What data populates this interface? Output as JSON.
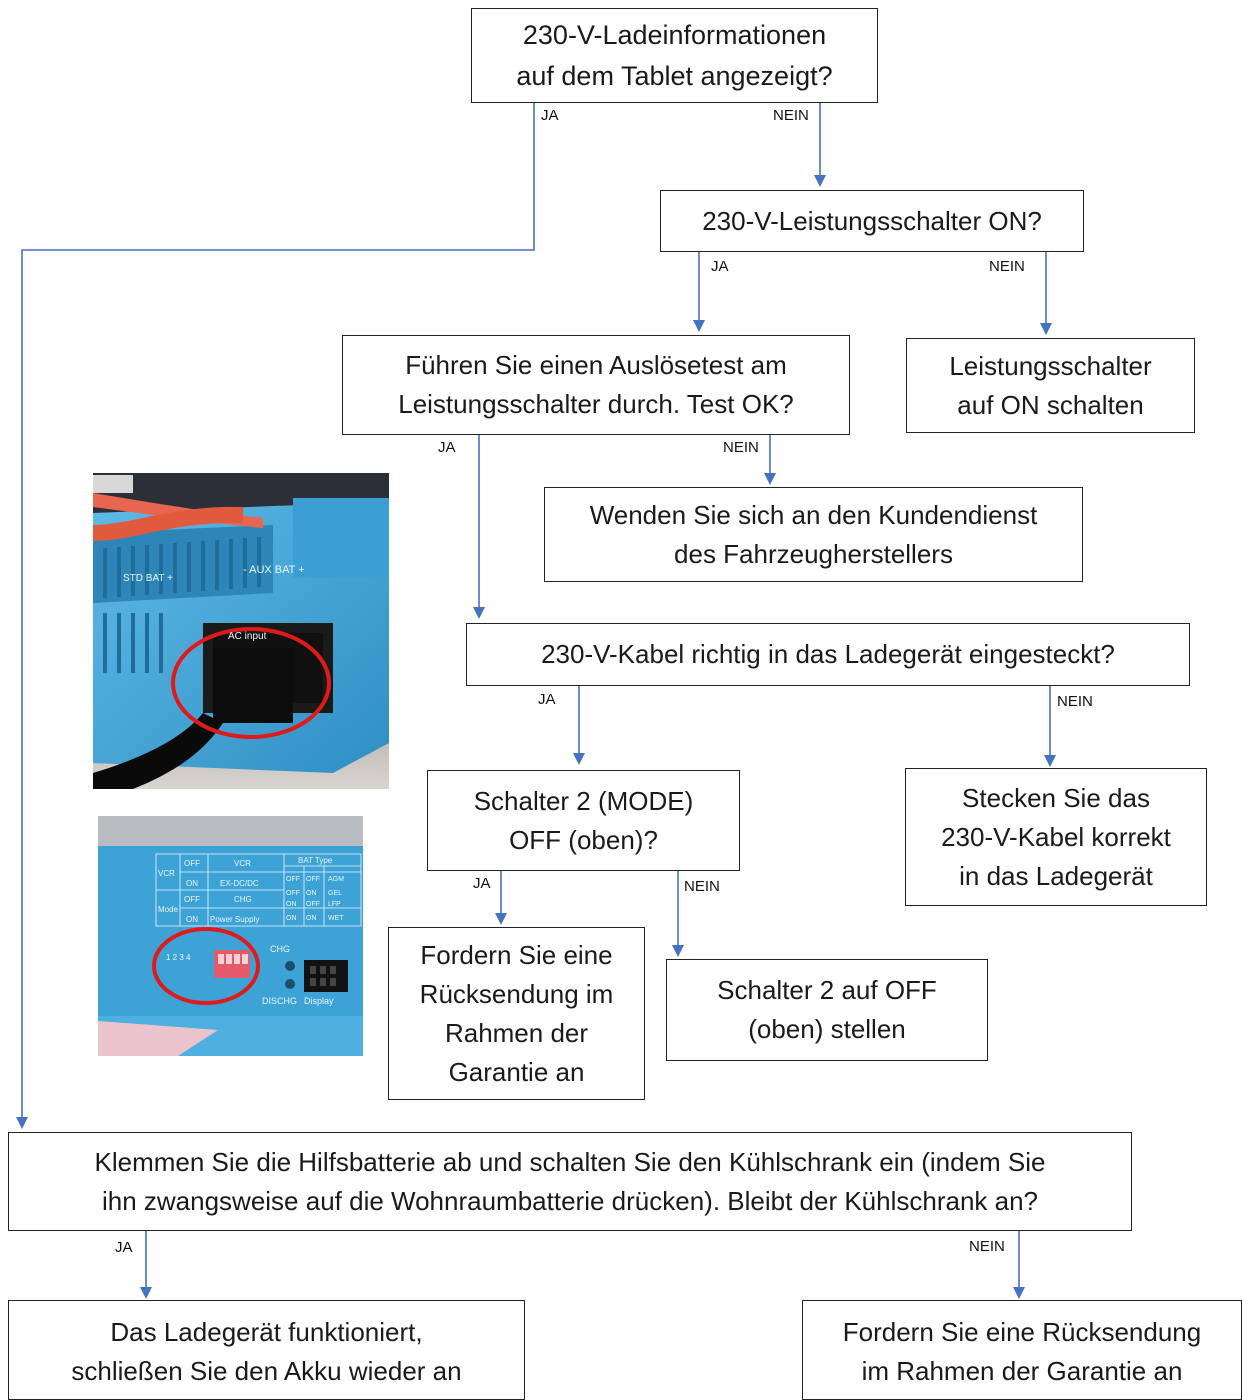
{
  "nodes": {
    "q_tablet": "230-V-Ladeinformationen\nauf dem Tablet angezeigt?",
    "q_breaker_on": "230-V-Leistungsschalter ON?",
    "q_trip_test": "Führen Sie einen Auslösetest am\nLeistungsschalter durch. Test OK?",
    "a_breaker_switch_on": "Leistungsschalter\nauf ON schalten",
    "a_contact_service": "Wenden Sie sich an den Kundendienst\ndes Fahrzeugherstellers",
    "q_cable_plugged": "230-V-Kabel richtig in das Ladegerät eingesteckt?",
    "q_switch2_off": "Schalter 2 (MODE)\nOFF (oben)?",
    "a_plug_cable": "Stecken Sie das\n230-V-Kabel korrekt\nin das Ladegerät",
    "a_warranty_return_1": "Fordern Sie eine\nRücksendung im\nRahmen der\nGarantie an",
    "a_set_switch2_off": "Schalter 2 auf OFF\n(oben) stellen",
    "q_fridge_test": "Klemmen Sie die Hilfsbatterie ab und schalten Sie den Kühlschrank ein (indem Sie\nihn zwangsweise auf die Wohnraumbatterie drücken). Bleibt der Kühlschrank an?",
    "a_charger_works": "Das Ladegerät funktioniert,\nschließen Sie den Akku wieder an",
    "a_warranty_return_2": "Fordern Sie eine Rücksendung\nim Rahmen der Garantie an"
  },
  "edge_labels": {
    "yes": "JA",
    "no": "NEIN"
  },
  "photo1": {
    "label_top": "- AUX BAT +",
    "label_left": "STD BAT +",
    "label_input": "AC input"
  },
  "photo2": {
    "table_col1": [
      "VCR",
      "Mode"
    ],
    "table_offon": [
      "OFF",
      "ON",
      "OFF",
      "ON"
    ],
    "table_vals": [
      "VCR",
      "EX-DC/DC",
      "CHG",
      "Power Supply"
    ],
    "bat_title": "BAT Type",
    "bat_rows": [
      [
        "OFF",
        "OFF",
        "AGM"
      ],
      [
        "OFF",
        "ON",
        "GEL"
      ],
      [
        "ON",
        "OFF",
        "LFP"
      ],
      [
        "ON",
        "ON",
        "WET"
      ]
    ],
    "dip_numbers": "1 2 3 4",
    "dip_labels": [
      "VCR",
      "Mode",
      "BAT Type"
    ],
    "chg": "CHG",
    "dischg": "DISCHG",
    "display": "Display"
  },
  "colors": {
    "line": "#4472C4",
    "box_border": "#222222",
    "charger_blue": "#3fa3d6",
    "highlight_ring": "#e0191b"
  }
}
